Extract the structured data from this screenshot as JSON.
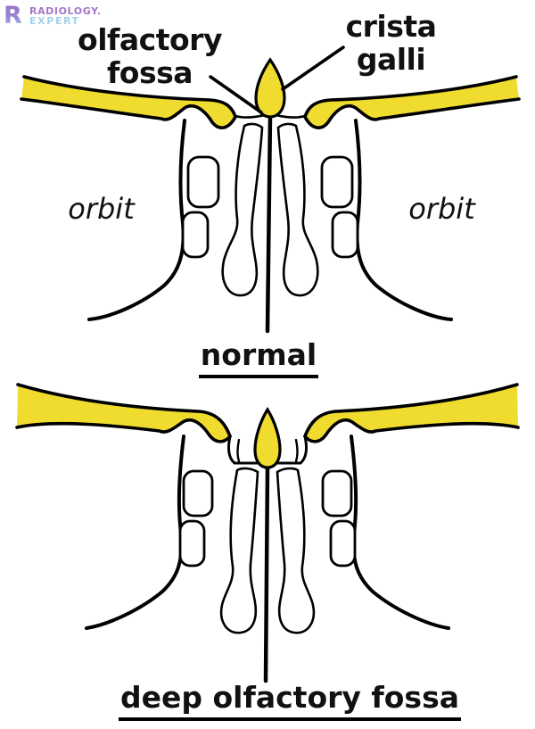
{
  "brand": {
    "line1": "RADIOLOGY.",
    "line2": "EXPERT",
    "icon": "radiology-expert-r-logo"
  },
  "top_diagram": {
    "caption": "normal",
    "labels": {
      "olfactory_fossa": "olfactory fossa",
      "crista_galli": "crista galli",
      "orbit_left": "orbit",
      "orbit_right": "orbit"
    }
  },
  "bottom_diagram": {
    "caption": "deep olfactory fossa"
  },
  "colors": {
    "bone_yellow": "#F0DC2F",
    "outline_black": "#000000",
    "brand_purple": "#A277C8",
    "brand_blue": "#A2D2EC",
    "background": "#FFFFFF"
  }
}
